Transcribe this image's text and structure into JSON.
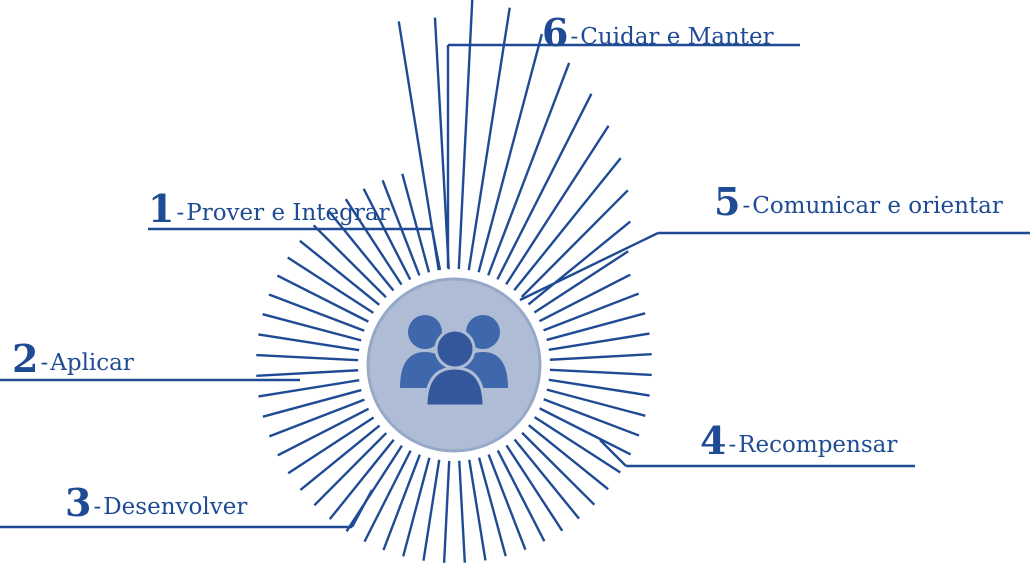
{
  "diagram": {
    "center_icon": "people-group-icon",
    "colors": {
      "line": "#1f4b94",
      "circle": "#aebcd6",
      "circle_ring": "#97a8c8",
      "icon": "#3f67ab",
      "icon_dark": "#33579a"
    },
    "items": [
      {
        "number": "1",
        "separator": "-",
        "text": "Prover e Integrar"
      },
      {
        "number": "2",
        "separator": "-",
        "text": "Aplicar"
      },
      {
        "number": "3",
        "separator": "-",
        "text": "Desenvolver"
      },
      {
        "number": "4",
        "separator": "-",
        "text": "Recompensar"
      },
      {
        "number": "5",
        "separator": "-",
        "text": "Comunicar e orientar"
      },
      {
        "number": "6",
        "separator": "-",
        "text": "Cuidar e Manter"
      }
    ]
  }
}
